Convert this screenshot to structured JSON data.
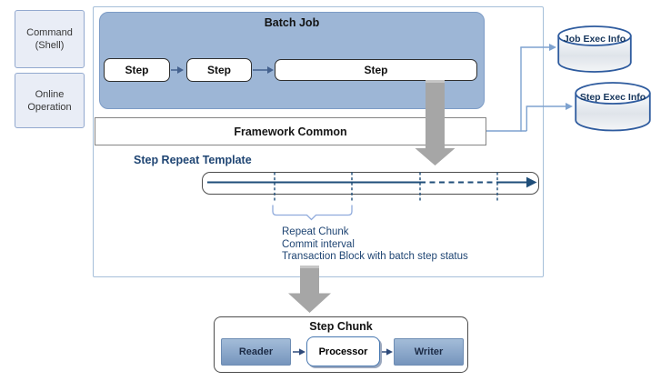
{
  "left_panel": {
    "command_shell_label": "Command\n(Shell)",
    "online_operation_label": "Online\nOperation"
  },
  "main_diagram": {
    "batch_job": {
      "title": "Batch Job",
      "steps": [
        "Step",
        "Step",
        "Step"
      ]
    },
    "framework_common_label": "Framework Common",
    "step_repeat_template": {
      "title": "Step Repeat Template",
      "annotations": [
        "Repeat Chunk",
        "Commit interval",
        "Transaction Block with batch step status"
      ]
    }
  },
  "databases": {
    "job_exec_info_label": "Job Exec Info",
    "step_exec_info_label": "Step Exec Info"
  },
  "step_chunk": {
    "title": "Step Chunk",
    "reader_label": "Reader",
    "processor_label": "Processor",
    "writer_label": "Writer"
  },
  "colors": {
    "batch_job_fill": "#9db6d6",
    "container_border": "#a6bfd9",
    "timeline_navy": "#1f4e79",
    "annotation_text": "#1f4573",
    "connector_blue": "#7ea2cf",
    "gray_arrow": "#a6a6a6",
    "cylinder_border": "#2e5b9e",
    "chunk_component_fill": "#7695bd"
  }
}
